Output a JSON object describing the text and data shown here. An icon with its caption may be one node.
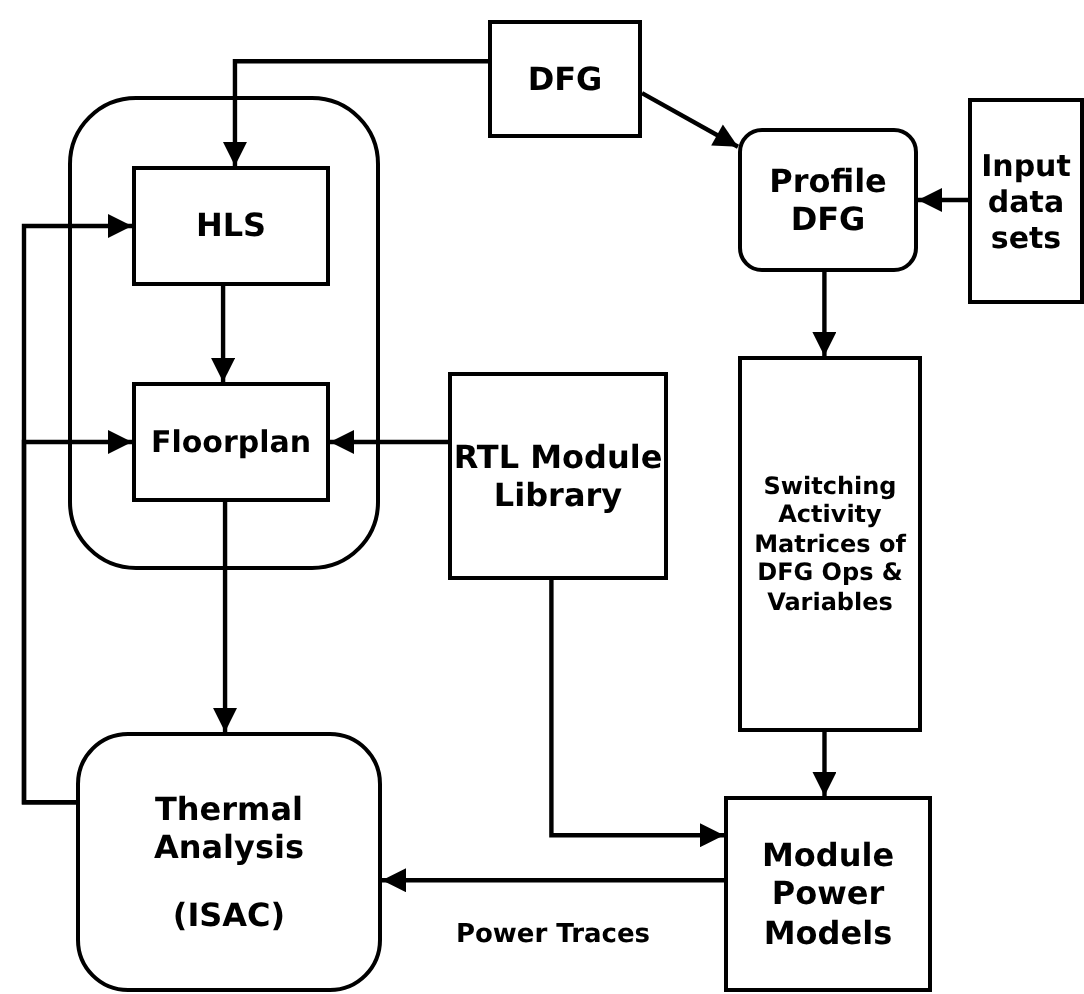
{
  "diagram": {
    "nodes": [
      {
        "text": [],
        "shape": "box"
      },
      {
        "text": [
          "HLS"
        ],
        "in": 0
      },
      {
        "text": [
          "Floorplan"
        ],
        "in": 0
      },
      {
        "text": [
          "DFG"
        ]
      },
      {
        "text": [
          "Profile DFG"
        ]
      },
      {
        "text": [
          "Input data sets"
        ]
      },
      {
        "text": [
          "RTL Module Library"
        ]
      },
      {
        "text": [
          "Switching Activity Matrices of DFG Ops & Variables"
        ]
      },
      {
        "text": [
          "Thermal Analysis",
          "(ISAC)"
        ]
      },
      {
        "text": [
          "Module Power Models"
        ]
      }
    ],
    "edges": [
      {
        "from": 3,
        "to": 1,
        "arrow": "to"
      },
      {
        "from": 3,
        "to": 4,
        "arrow": "to"
      },
      {
        "from": 5,
        "to": 4,
        "arrow": "to"
      },
      {
        "from": 1,
        "to": 2,
        "arrow": "to"
      },
      {
        "from": 6,
        "to": 2,
        "arrow": "to"
      },
      {
        "from": 2,
        "to": 8,
        "arrow": "to"
      },
      {
        "from": 4,
        "to": 7,
        "arrow": "to"
      },
      {
        "from": 7,
        "to": 9,
        "arrow": "to"
      },
      {
        "from": 6,
        "to": 9,
        "arrow": "to"
      },
      {
        "from": 9,
        "to": 8,
        "arrow": "to",
        "label": "Power Traces"
      },
      {
        "from": 8,
        "to": 1,
        "arrow": "to"
      },
      {
        "from": 8,
        "to": 2,
        "arrow": "to"
      }
    ]
  }
}
